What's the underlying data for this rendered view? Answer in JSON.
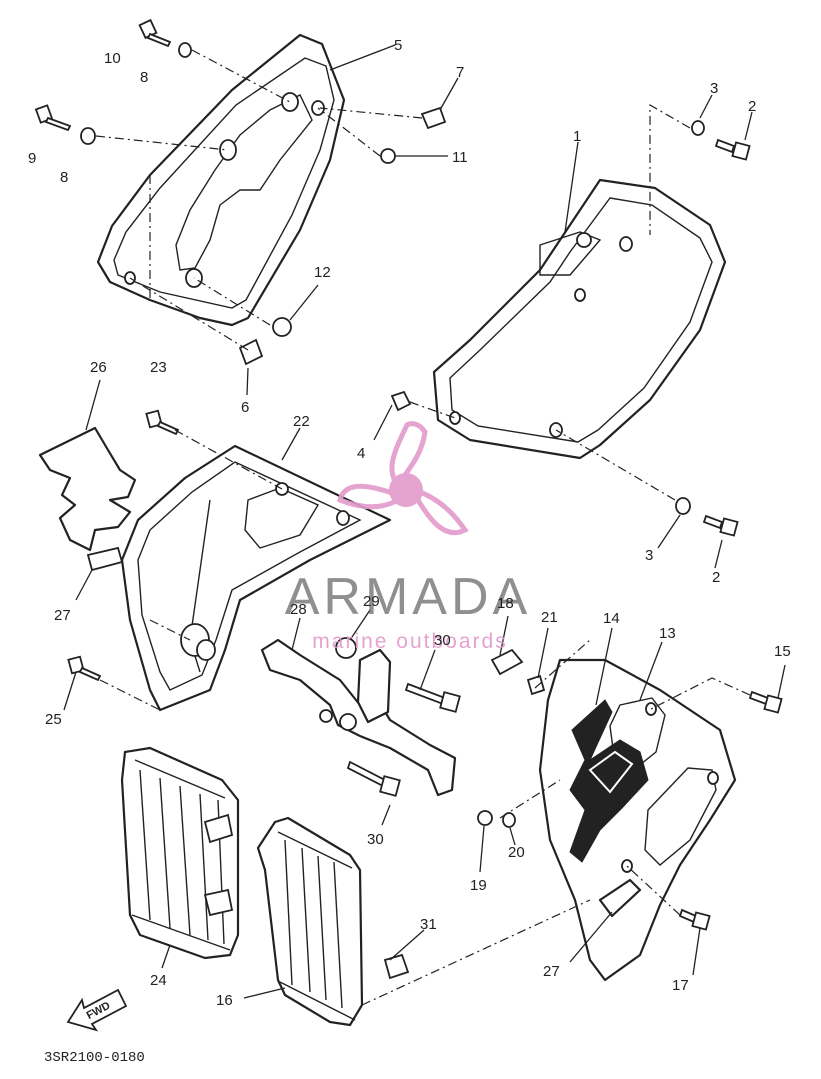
{
  "callouts": [
    {
      "label": "10"
    },
    {
      "label": "8"
    },
    {
      "label": "5"
    },
    {
      "label": "7"
    },
    {
      "label": "9"
    },
    {
      "label": "8"
    },
    {
      "label": "11"
    },
    {
      "label": "3"
    },
    {
      "label": "2"
    },
    {
      "label": "1"
    },
    {
      "label": "12"
    },
    {
      "label": "6"
    },
    {
      "label": "26"
    },
    {
      "label": "23"
    },
    {
      "label": "22"
    },
    {
      "label": "4"
    },
    {
      "label": "3"
    },
    {
      "label": "2"
    },
    {
      "label": "27"
    },
    {
      "label": "28"
    },
    {
      "label": "29"
    },
    {
      "label": "30"
    },
    {
      "label": "18"
    },
    {
      "label": "21"
    },
    {
      "label": "14"
    },
    {
      "label": "13"
    },
    {
      "label": "15"
    },
    {
      "label": "25"
    },
    {
      "label": "30"
    },
    {
      "label": "20"
    },
    {
      "label": "19"
    },
    {
      "label": "31"
    },
    {
      "label": "24"
    },
    {
      "label": "16"
    },
    {
      "label": "27"
    },
    {
      "label": "17"
    }
  ],
  "diagram_code": "3SR2100-0180",
  "direction_label": "FWD",
  "watermark": {
    "brand": "ARMADA",
    "tagline": "marine outboards",
    "accent_color": "#e39acb",
    "text_color": "#6e6e6e"
  }
}
